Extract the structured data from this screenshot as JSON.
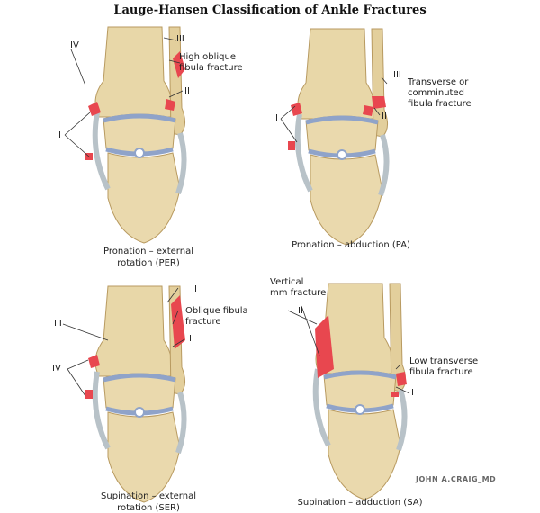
{
  "title": "Lauge-Hansen Classification of Ankle Fractures",
  "colors": {
    "bone": "#e8d7a8",
    "bone_shade": "#c9ae74",
    "cartilage": "#8fa3c9",
    "fracture": "#e8474f",
    "ligament": "#b8c2c8"
  },
  "panels": [
    {
      "caption_1": "Pronation – external",
      "caption_2": "rotation (PER)",
      "labels": {
        "III": "III",
        "desc_1": "High oblique",
        "desc_2": "fibula fracture",
        "IV": "IV",
        "II": "II",
        "I": "I"
      }
    },
    {
      "caption_1": "Pronation – abduction (PA)",
      "labels": {
        "III": "III",
        "desc_1": "Transverse or",
        "desc_2": "comminuted",
        "desc_3": "fibula fracture",
        "II": "II",
        "I": "I"
      }
    },
    {
      "caption_1": "Supination – external",
      "caption_2": "rotation (SER)",
      "labels": {
        "II": "II",
        "desc_1": "Oblique fibula",
        "desc_2": "fracture",
        "III": "III",
        "I": "I",
        "IV": "IV"
      }
    },
    {
      "caption_1": "Supination – adduction (SA)",
      "labels": {
        "desc_1": "Vertical",
        "desc_2": "mm fracture",
        "II": "II",
        "desc_3": "Low transverse",
        "desc_4": "fibula fracture",
        "I": "I"
      }
    }
  ],
  "signature": "JOHN A.CRAIG_MD"
}
